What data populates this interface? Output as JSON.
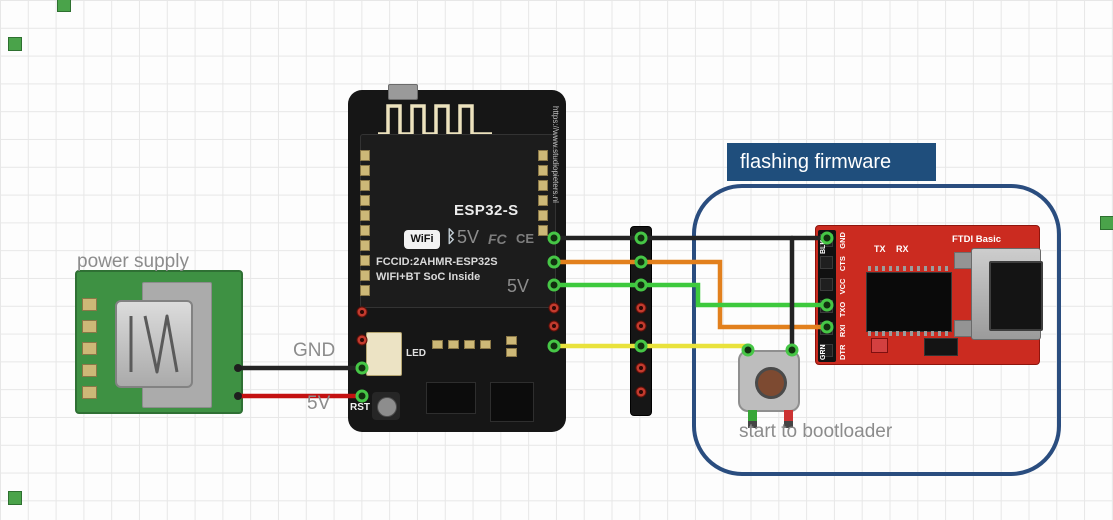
{
  "annotations": {
    "power_supply": "power supply",
    "gnd": "GND",
    "five_v": "5V",
    "esp_5v_a": "5V",
    "esp_5v_b": "5V",
    "flashing_firmware": "flashing firmware",
    "start_to_bootloader": "start to bootloader"
  },
  "esp32": {
    "name": "ESP32-S",
    "wifi_badge": "WiFi",
    "bt_icon": "ᛒ",
    "fcc_mark": "FC",
    "ce_mark": "CE",
    "fccid_line": "FCCID:2AHMR-ESP32S",
    "soc_line": "WIFI+BT SoC Inside",
    "url_vertical": "https://www.studiopieters.nl",
    "led_label": "LED",
    "rst_label": "RST"
  },
  "ftdi": {
    "board_name": "FTDI Basic",
    "tx_rx": "TX RX",
    "pin_labels": [
      "DTR",
      "RXI",
      "TXO",
      "VCC",
      "CTS",
      "GND"
    ],
    "blk_label": "BLK",
    "grn_label": "GRN"
  },
  "palette": {
    "wire_black": "#232323",
    "wire_red": "#c41111",
    "wire_orange": "#e2801d",
    "wire_green": "#3dc93d",
    "wire_yellow": "#e9e23c",
    "board_green": "#3e9143",
    "board_black": "#161616",
    "board_red": "#cb2b20",
    "annotation_gray": "#8c8c8c",
    "frame_blue": "#2a4d7f",
    "label_bg_blue": "#1f4e7c"
  }
}
